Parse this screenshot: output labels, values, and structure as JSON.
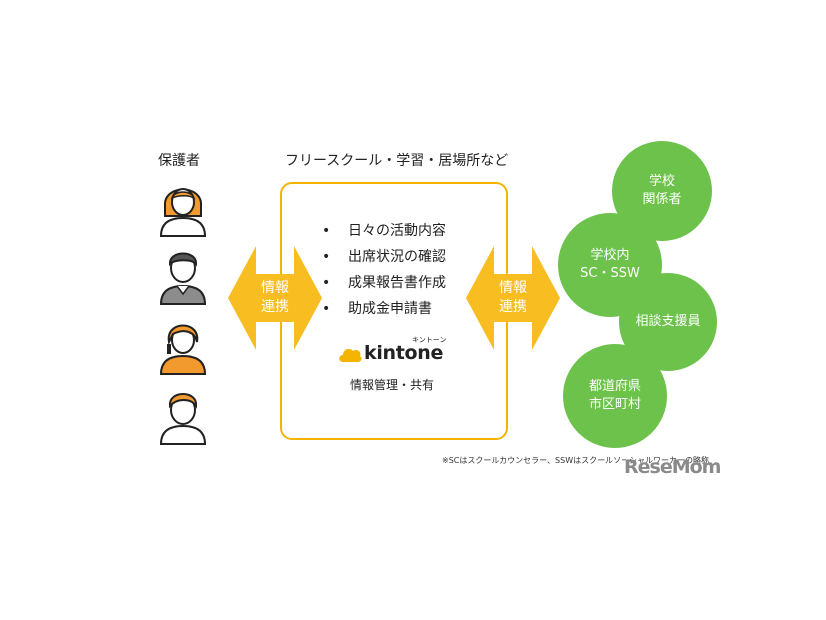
{
  "labels": {
    "guardian": "保護者",
    "school_org": "フリースクール・学習・居場所など"
  },
  "arrows": {
    "left_line1": "情報",
    "left_line2": "連携",
    "right_line1": "情報",
    "right_line2": "連携"
  },
  "center": {
    "bullets": [
      "日々の活動内容",
      "出席状況の確認",
      "成果報告書作成",
      "助成金申請書"
    ],
    "bullet_glyph": "•",
    "logo_text": "kintone",
    "logo_kana": "キントーン",
    "sub_label": "情報管理・共有"
  },
  "circles": [
    {
      "line1": "学校",
      "line2": "関係者"
    },
    {
      "line1": "学校内",
      "line2": "SC・SSW"
    },
    {
      "line1": "相談支援員",
      "line2": ""
    },
    {
      "line1": "都道府県",
      "line2": "市区町村"
    }
  ],
  "footnote": "※SCはスクールカウンセラー、SSWはスクールソーシャルワーカーの略称",
  "brand": "ReseMom",
  "colors": {
    "accent_yellow": "#f5b400",
    "arrow_orange": "#f7bd21",
    "circle_green": "#6cc24a",
    "person_orange": "#f29a2e",
    "person_gray": "#8c8c8c"
  }
}
